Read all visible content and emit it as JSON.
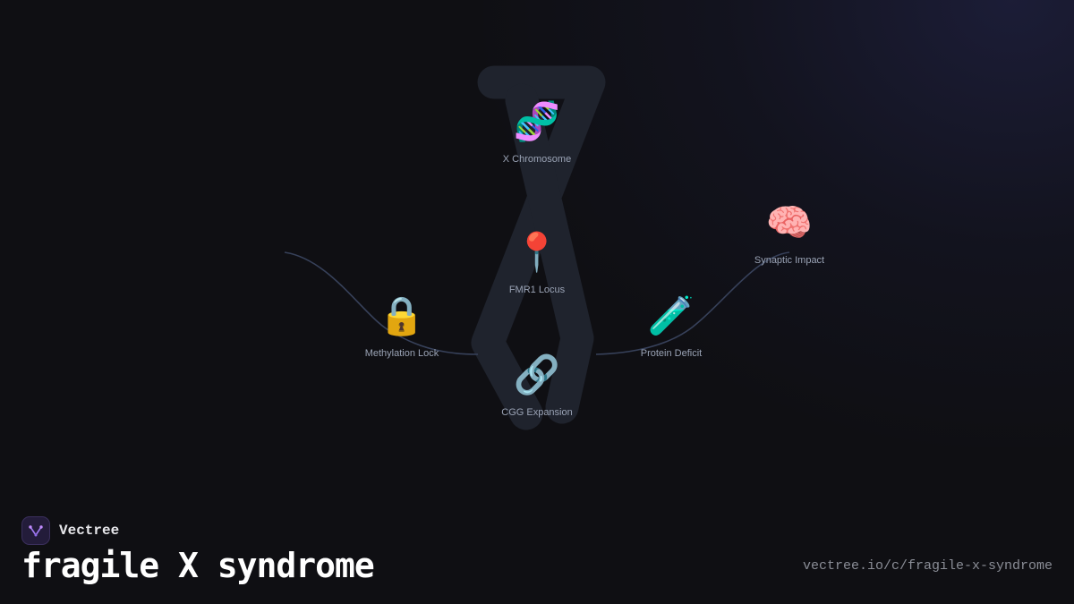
{
  "diagram": {
    "nodes": [
      {
        "id": "x-chromosome",
        "icon": "dna-icon",
        "glyph": "🧬",
        "label": "X Chromosome"
      },
      {
        "id": "fmr1-locus",
        "icon": "pin-icon",
        "glyph": "📍",
        "label": "FMR1 Locus"
      },
      {
        "id": "methylation-lock",
        "icon": "lock-icon",
        "glyph": "🔒",
        "label": "Methylation Lock"
      },
      {
        "id": "protein-deficit",
        "icon": "test-tube-icon",
        "glyph": "🧪",
        "label": "Protein Deficit"
      },
      {
        "id": "synaptic-impact",
        "icon": "brain-icon",
        "glyph": "🧠",
        "label": "Synaptic Impact"
      },
      {
        "id": "cgg-expansion",
        "icon": "link-icon",
        "glyph": "🔗",
        "label": "CGG Expansion"
      }
    ],
    "colors": {
      "chromosome": "#1f232d",
      "connector": "#37415a"
    }
  },
  "footer": {
    "brand": "Vectree",
    "brand_icon": "vectree-logo-icon",
    "title": "fragile X syndrome",
    "url": "vectree.io/c/fragile-x-syndrome"
  }
}
